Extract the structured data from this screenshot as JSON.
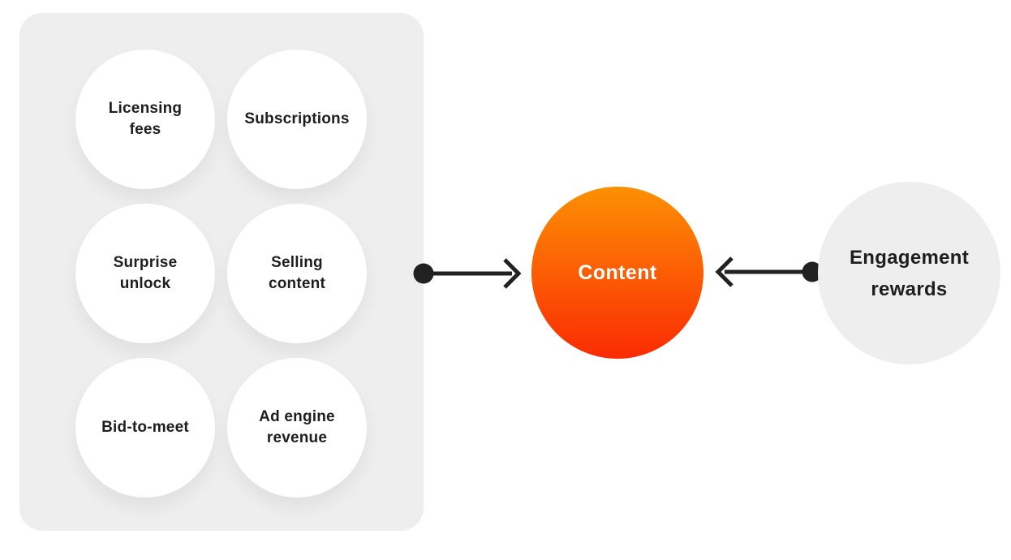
{
  "diagram": {
    "left_panel": {
      "bubbles": [
        {
          "line1": "Licensing",
          "line2": "fees"
        },
        {
          "line1": "Subscriptions",
          "line2": ""
        },
        {
          "line1": "Surprise",
          "line2": "unlock"
        },
        {
          "line1": "Selling",
          "line2": "content"
        },
        {
          "line1": "Bid-to-meet",
          "line2": ""
        },
        {
          "line1": "Ad engine",
          "line2": "revenue"
        }
      ]
    },
    "center": {
      "label": "Content"
    },
    "right": {
      "line1": "Engagement",
      "line2": "rewards"
    }
  },
  "colors": {
    "background": "#ffffff",
    "panel_bg": "#eeeeee",
    "bubble_bg": "#ffffff",
    "text": "#1e1e1e",
    "arrow": "#212121",
    "content_gradient_top": "#fc9004",
    "content_gradient_bottom": "#fb2b03",
    "content_text": "#ffffff",
    "reward_circle_bg": "#eeeeee"
  }
}
